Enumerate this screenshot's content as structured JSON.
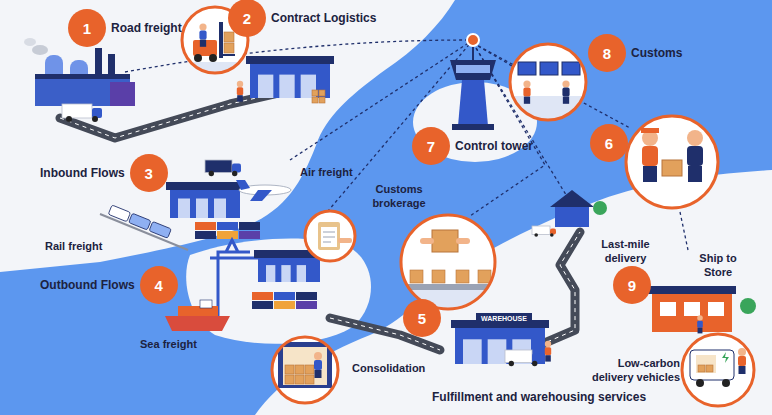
{
  "diagram": {
    "nodes": [
      {
        "text": [
          "1",
          "Road freight"
        ]
      },
      {
        "text": [
          "2",
          "Contract Logistics"
        ]
      },
      {
        "text": [
          "8",
          "Customs"
        ]
      },
      {
        "text": [
          "7",
          "Control tower"
        ]
      },
      {
        "text": [
          "6"
        ]
      },
      {
        "text": [
          "Inbound Flows",
          "3"
        ]
      },
      {
        "text": [
          "Outbound Flows",
          "4"
        ]
      },
      {
        "text": [
          "5"
        ]
      },
      {
        "text": [
          "9"
        ]
      }
    ],
    "labels": [
      "Air freight",
      "Customs brokerage",
      "Last-mile delivery",
      "Rail freight",
      "Ship to Store",
      "Sea freight",
      "Consolidation",
      "WAREHOUSE",
      "Low-carbon delivery vehicles",
      "Fulfillment and warehousing services"
    ]
  }
}
